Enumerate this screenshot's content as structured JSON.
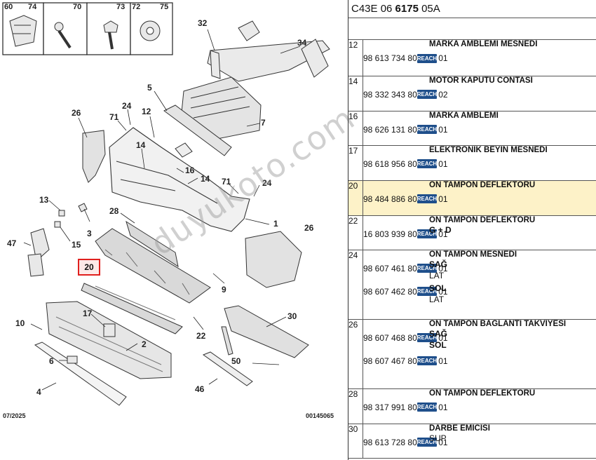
{
  "page": {
    "header_ref_prefix": "C43E 06 ",
    "header_ref_bold": "6175",
    "header_ref_suffix": " 05A"
  },
  "diagram": {
    "fastener_headers": [
      "60",
      "74",
      "70",
      "73",
      "72",
      "75"
    ],
    "callouts": [
      "32",
      "34",
      "5",
      "7",
      "26",
      "71",
      "24",
      "12",
      "14",
      "16",
      "14",
      "71",
      "24",
      "13",
      "28",
      "1",
      "3",
      "26",
      "47",
      "15",
      "20",
      "9",
      "17",
      "10",
      "2",
      "22",
      "30",
      "6",
      "50",
      "4",
      "46"
    ],
    "highlighted_callout": "20",
    "footer_date": "07/2025",
    "footer_code": "00145065",
    "watermark": "duyukoto.com",
    "colors": {
      "highlight_border": "#e0201e",
      "highlight_fill": "#fde9e8"
    }
  },
  "parts": [
    {
      "no": "12",
      "lines": [
        {
          "ref": "98 613 734 80",
          "badge": "REACH",
          "qty": "01"
        }
      ],
      "title": "MARKA AMBLEMİ MESNEDİ",
      "subs": []
    },
    {
      "no": "14",
      "lines": [
        {
          "ref": "98 332 343 80",
          "badge": "REACH",
          "qty": "02"
        }
      ],
      "title": "MOTOR KAPUTU CONTASI",
      "subs": []
    },
    {
      "no": "16",
      "lines": [
        {
          "ref": "98 626 131 80",
          "badge": "REACH",
          "qty": "01"
        }
      ],
      "title": "MARKA AMBLEMİ",
      "subs": []
    },
    {
      "no": "17",
      "lines": [
        {
          "ref": "98 618 956 80",
          "badge": "REACH",
          "qty": "01"
        }
      ],
      "title": "ELEKTRONİK BEYİN MESNEDİ",
      "subs": []
    },
    {
      "no": "20",
      "lines": [
        {
          "ref": "98 484 886 80",
          "badge": "REACH",
          "qty": "01"
        }
      ],
      "title": "ÖN TAMPON DEFLEKTÖRÜ",
      "subs": [],
      "highlight": true
    },
    {
      "no": "22",
      "lines": [
        {
          "ref": "16 803 939 80",
          "badge": "REACH",
          "qty": "01"
        }
      ],
      "title": "ÖN TAMPON DEFLEKTÖRÜ",
      "subs": [
        "G + D"
      ]
    },
    {
      "no": "24",
      "lines": [
        {
          "ref": "98 607 461 80",
          "badge": "REACH",
          "qty": "01"
        },
        {
          "ref": "98 607 462 80",
          "badge": "REACH",
          "qty": "01"
        }
      ],
      "title": "ÖN TAMPON MESNEDİ",
      "subs": [
        "SAĞ",
        "LAT",
        "SOL",
        "LAT"
      ]
    },
    {
      "no": "26",
      "lines": [
        {
          "ref": "98 607 468 80",
          "badge": "REACH",
          "qty": "01"
        },
        {
          "ref": "98 607 467 80",
          "badge": "REACH",
          "qty": "01"
        }
      ],
      "title": "ÖN TAMPON BAĞLANTI TAKVİYESİ",
      "subs": [
        "SAĞ",
        "SOL"
      ]
    },
    {
      "no": "28",
      "lines": [
        {
          "ref": "98 317 991 80",
          "badge": "REACH",
          "qty": "01"
        }
      ],
      "title": "ÖN TAMPON DEFLEKTÖRÜ",
      "subs": []
    },
    {
      "no": "30",
      "lines": [
        {
          "ref": "98 613 728 80",
          "badge": "REACH",
          "qty": "01"
        }
      ],
      "title": "DARBE EMİCİSİ",
      "subs": [
        "SUP"
      ]
    }
  ]
}
